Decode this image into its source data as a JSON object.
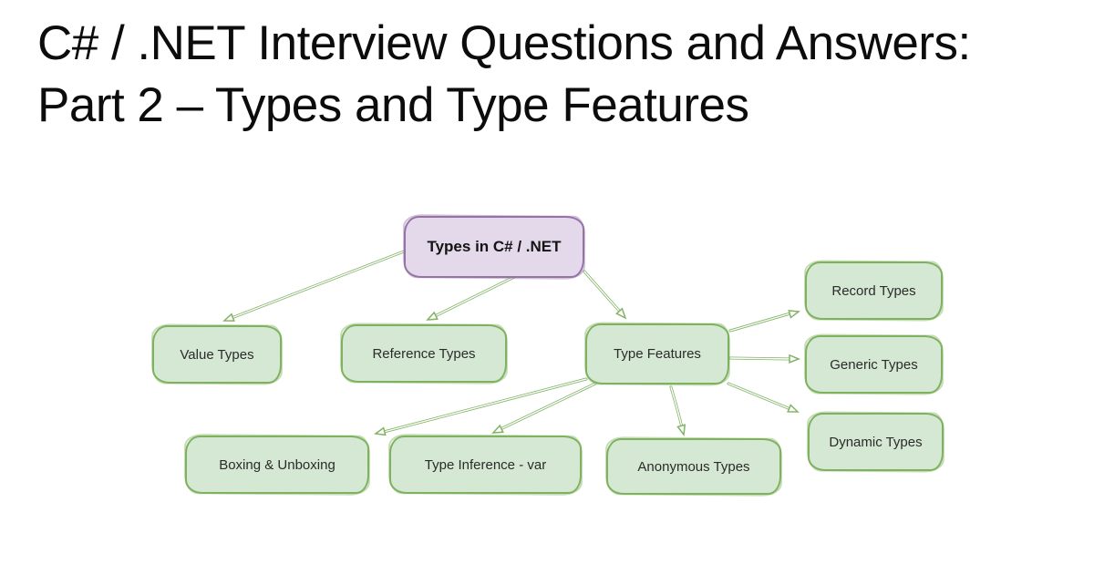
{
  "title": {
    "line1": "C# / .NET Interview Questions and Answers:",
    "line2": "Part 2 – Types and Type Features"
  },
  "diagram": {
    "root": {
      "id": "types-in-csharp-net",
      "label": "Types in C# / .NET"
    },
    "nodes": {
      "value_types": {
        "label": "Value Types"
      },
      "reference_types": {
        "label": "Reference Types"
      },
      "type_features": {
        "label": "Type Features"
      },
      "record_types": {
        "label": "Record Types"
      },
      "generic_types": {
        "label": "Generic Types"
      },
      "dynamic_types": {
        "label": "Dynamic Types"
      },
      "boxing_unboxing": {
        "label": "Boxing & Unboxing"
      },
      "type_inference": {
        "label": "Type Inference - var"
      },
      "anonymous_types": {
        "label": "Anonymous Types"
      }
    },
    "edges": [
      {
        "from": "types-in-csharp-net",
        "to": "value-types"
      },
      {
        "from": "types-in-csharp-net",
        "to": "reference-types"
      },
      {
        "from": "types-in-csharp-net",
        "to": "type-features"
      },
      {
        "from": "type-features",
        "to": "record-types"
      },
      {
        "from": "type-features",
        "to": "generic-types"
      },
      {
        "from": "type-features",
        "to": "dynamic-types"
      },
      {
        "from": "type-features",
        "to": "boxing-unboxing"
      },
      {
        "from": "type-features",
        "to": "type-inference-var"
      },
      {
        "from": "type-features",
        "to": "anonymous-types"
      }
    ],
    "style": {
      "node_fill": "#d5e8d4",
      "node_border": "#7fb25f",
      "root_fill": "#e3d9ea",
      "root_border": "#9673a6",
      "edge_color": "#82b366",
      "arrowhead": "open-triangle"
    }
  }
}
